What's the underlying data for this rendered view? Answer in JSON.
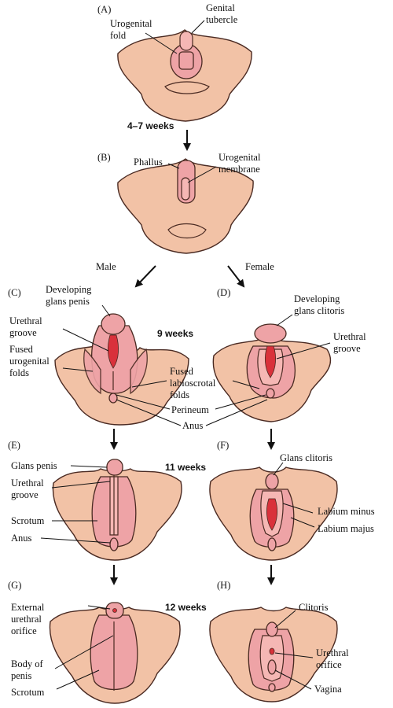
{
  "panels": {
    "a": {
      "letter": "(A)",
      "label_urogenital_fold": [
        "Urogenital",
        "fold"
      ],
      "label_genital_tubercle": [
        "Genital",
        "tubercle"
      ]
    },
    "b": {
      "letter": "(B)",
      "label_phallus": "Phallus",
      "label_urogenital_membrane": [
        "Urogenital",
        "membrane"
      ]
    },
    "c": {
      "letter": "(C)",
      "label_glans": [
        "Developing",
        "glans penis"
      ],
      "label_urethral_groove": [
        "Urethral",
        "groove"
      ],
      "label_fused_folds": [
        "Fused",
        "urogenital",
        "folds"
      ]
    },
    "d": {
      "letter": "(D)",
      "label_glans": [
        "Developing",
        "glans clitoris"
      ],
      "label_urethral_groove": [
        "Urethral",
        "groove"
      ]
    },
    "cd_shared": {
      "label_labioscrotal": [
        "Fused",
        "labioscrotal",
        "folds"
      ],
      "label_perineum": "Perineum",
      "label_anus": "Anus"
    },
    "e": {
      "letter": "(E)",
      "label_glans": "Glans penis",
      "label_urethral_groove": [
        "Urethral",
        "groove"
      ],
      "label_scrotum": "Scrotum",
      "label_anus": "Anus"
    },
    "f": {
      "letter": "(F)",
      "label_glans": "Glans clitoris",
      "label_labium_minus": "Labium minus",
      "label_labium_majus": "Labium majus"
    },
    "g": {
      "letter": "(G)",
      "label_external_orifice": [
        "External",
        "urethral",
        "orifice"
      ],
      "label_body": [
        "Body of",
        "penis"
      ],
      "label_scrotum": "Scrotum"
    },
    "h": {
      "letter": "(H)",
      "label_clitoris": "Clitoris",
      "label_urethral_orifice": [
        "Urethral",
        "orifice"
      ],
      "label_vagina": "Vagina"
    }
  },
  "timeline": {
    "w4_7": "4–7 weeks",
    "w9": "9 weeks",
    "w11": "11 weeks",
    "w12": "12 weeks"
  },
  "branches": {
    "male": "Male",
    "female": "Female"
  },
  "colors": {
    "skin": "#f2c2a6",
    "pink": "#eea3a6",
    "red": "#d9313b",
    "outline": "#4a2a22"
  }
}
